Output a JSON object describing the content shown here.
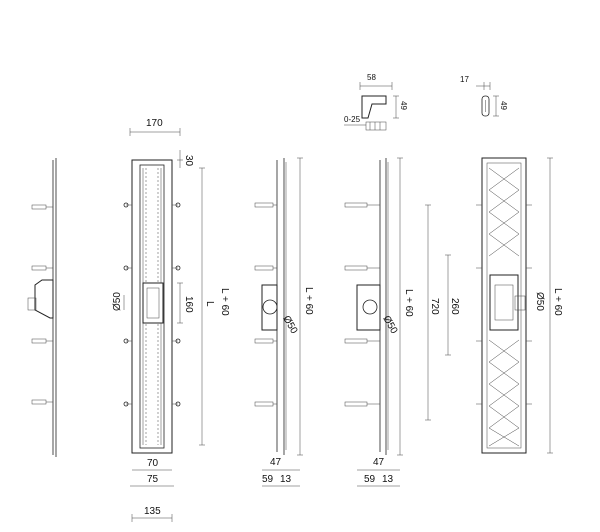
{
  "labels": {
    "w170": "170",
    "d30": "30",
    "l160": "160",
    "lL": "L",
    "d50a": "Ø50",
    "lL60a": "L + 60",
    "lL60b": "L + 60",
    "d50b": "Ø50",
    "lL60c": "L + 60",
    "l720": "720",
    "l260": "260",
    "d50c": "Ø50",
    "lL60d": "L + 60",
    "d50d": "Ø50",
    "w70": "70",
    "w75": "75",
    "w135": "135",
    "w47a": "47",
    "w59a": "59",
    "w13a": "13",
    "w47b": "47",
    "w59b": "59",
    "w13b": "13",
    "w58": "58",
    "h49a": "49",
    "r025": "0-25",
    "w17": "17",
    "h49b": "49"
  }
}
